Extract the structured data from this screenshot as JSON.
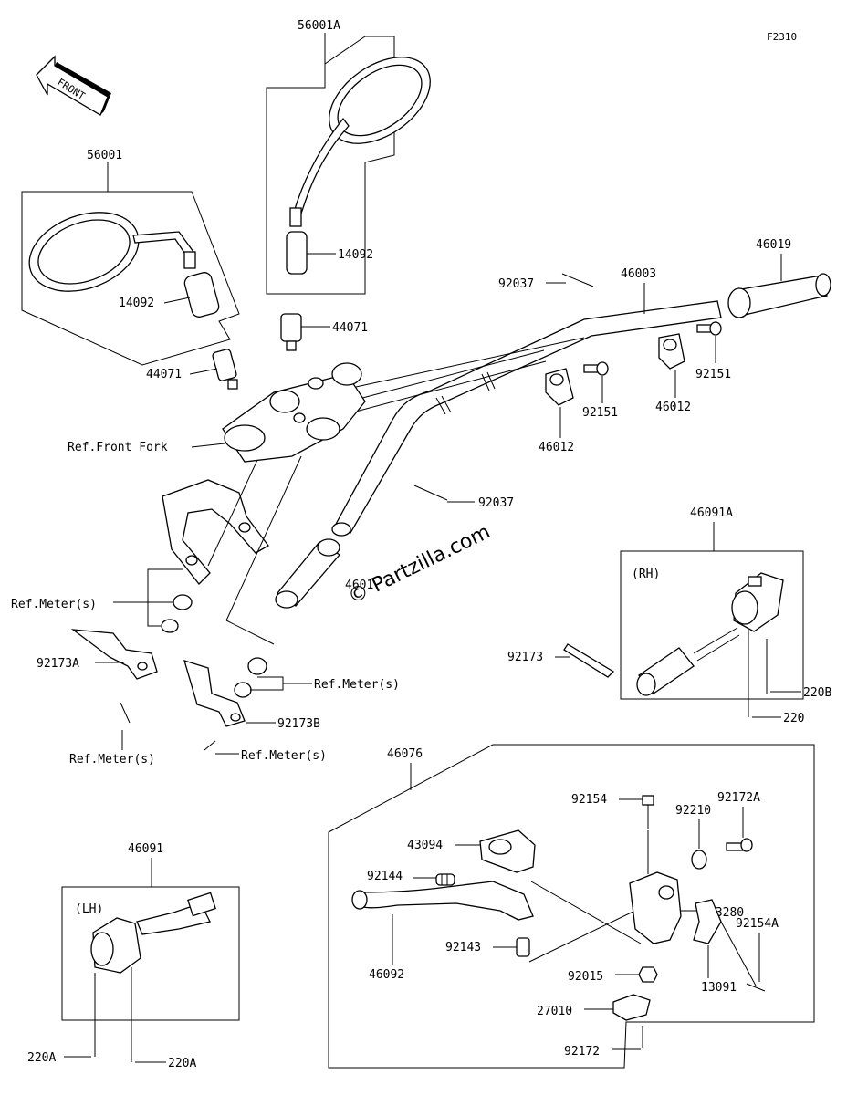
{
  "diagram_code": "F2310",
  "front_label": "FRONT",
  "watermark": "© Partzilla.com",
  "labels": {
    "p56001A": "56001A",
    "p56001": "56001",
    "p14092_a": "14092",
    "p14092_b": "14092",
    "p44071_a": "44071",
    "p44071_b": "44071",
    "p92037_a": "92037",
    "p92037_b": "92037",
    "p46003": "46003",
    "p46019": "46019",
    "p92151_a": "92151",
    "p92151_b": "92151",
    "p46012_a": "46012",
    "p46012_b": "46012",
    "ref_front_fork": "Ref.Front Fork",
    "p46019_grip": "4601",
    "ref_meter_1": "Ref.Meter(s)",
    "ref_meter_2": "Ref.Meter(s)",
    "ref_meter_3": "Ref.Meter(s)",
    "ref_meter_4": "Ref.Meter(s)",
    "p92173A": "92173A",
    "p92173B": "92173B",
    "p92173": "92173",
    "p46091A": "46091A",
    "rh": "(RH)",
    "p220B": "220B",
    "p220": "220",
    "p46076": "46076",
    "p92154": "92154",
    "p92210": "92210",
    "p92172A": "92172A",
    "p43094": "43094",
    "p92144": "92144",
    "p13280": "13280",
    "p92143": "92143",
    "p46092": "46092",
    "p92015": "92015",
    "p92154A": "92154A",
    "p13091": "13091",
    "p27010": "27010",
    "p92172": "92172",
    "p46091": "46091",
    "lh": "(LH)",
    "p220A_a": "220A",
    "p220A_b": "220A"
  }
}
